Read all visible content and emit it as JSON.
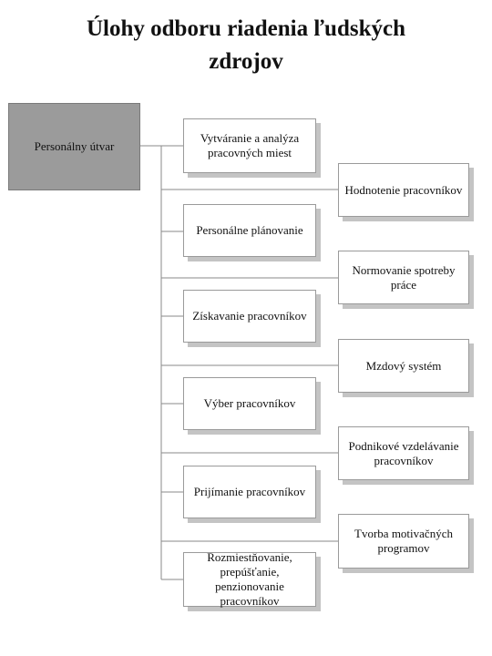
{
  "title": {
    "line1": "Úlohy odboru riadenia ľudských",
    "line2": "zdrojov"
  },
  "root": {
    "label": "Personálny útvar"
  },
  "left_tasks": [
    "Vytváranie a analýza pracovných miest",
    "Personálne plánovanie",
    "Získavanie pracovníkov",
    "Výber pracovníkov",
    "Prijímanie pracovníkov",
    "Rozmiestňovanie, prepúšťanie, penzionovanie pracovníkov"
  ],
  "right_tasks": [
    "Hodnotenie pracovníkov",
    "Normovanie spotreby práce",
    "Mzdový systém",
    "Podnikové vzdelávanie pracovníkov",
    "Tvorba motivačných programov"
  ]
}
